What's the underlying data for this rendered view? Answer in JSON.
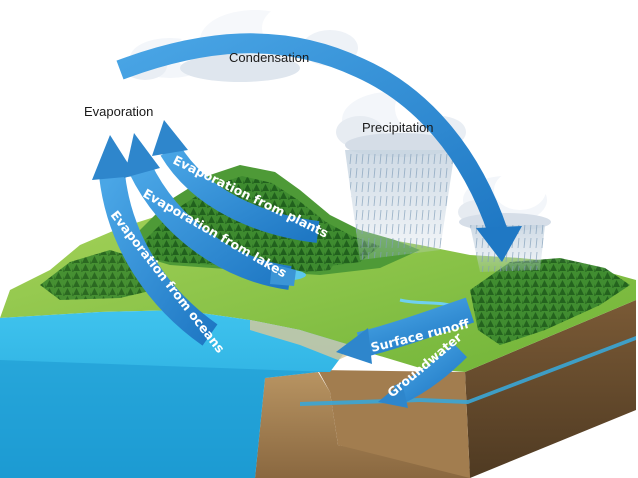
{
  "labels": {
    "condensation": "Condensation",
    "precipitation": "Precipitation",
    "evaporation": "Evaporation",
    "evaporation_from_plants": "Evaporation from plants",
    "evaporation_from_lakes": "Evaporation from lakes",
    "evaporation_from_oceans": "Evaporation from oceans",
    "surface_runoff": "Surface runoff",
    "groundwater": "Groundwater"
  },
  "colors": {
    "arrow": "#2e8fd6",
    "ocean": "#29b3e6",
    "grass": "#8cc63f",
    "forest": "#2f7d2b",
    "soil": "#b08a5a",
    "cloud": "#ffffff",
    "rain": "#b9c8d6"
  }
}
